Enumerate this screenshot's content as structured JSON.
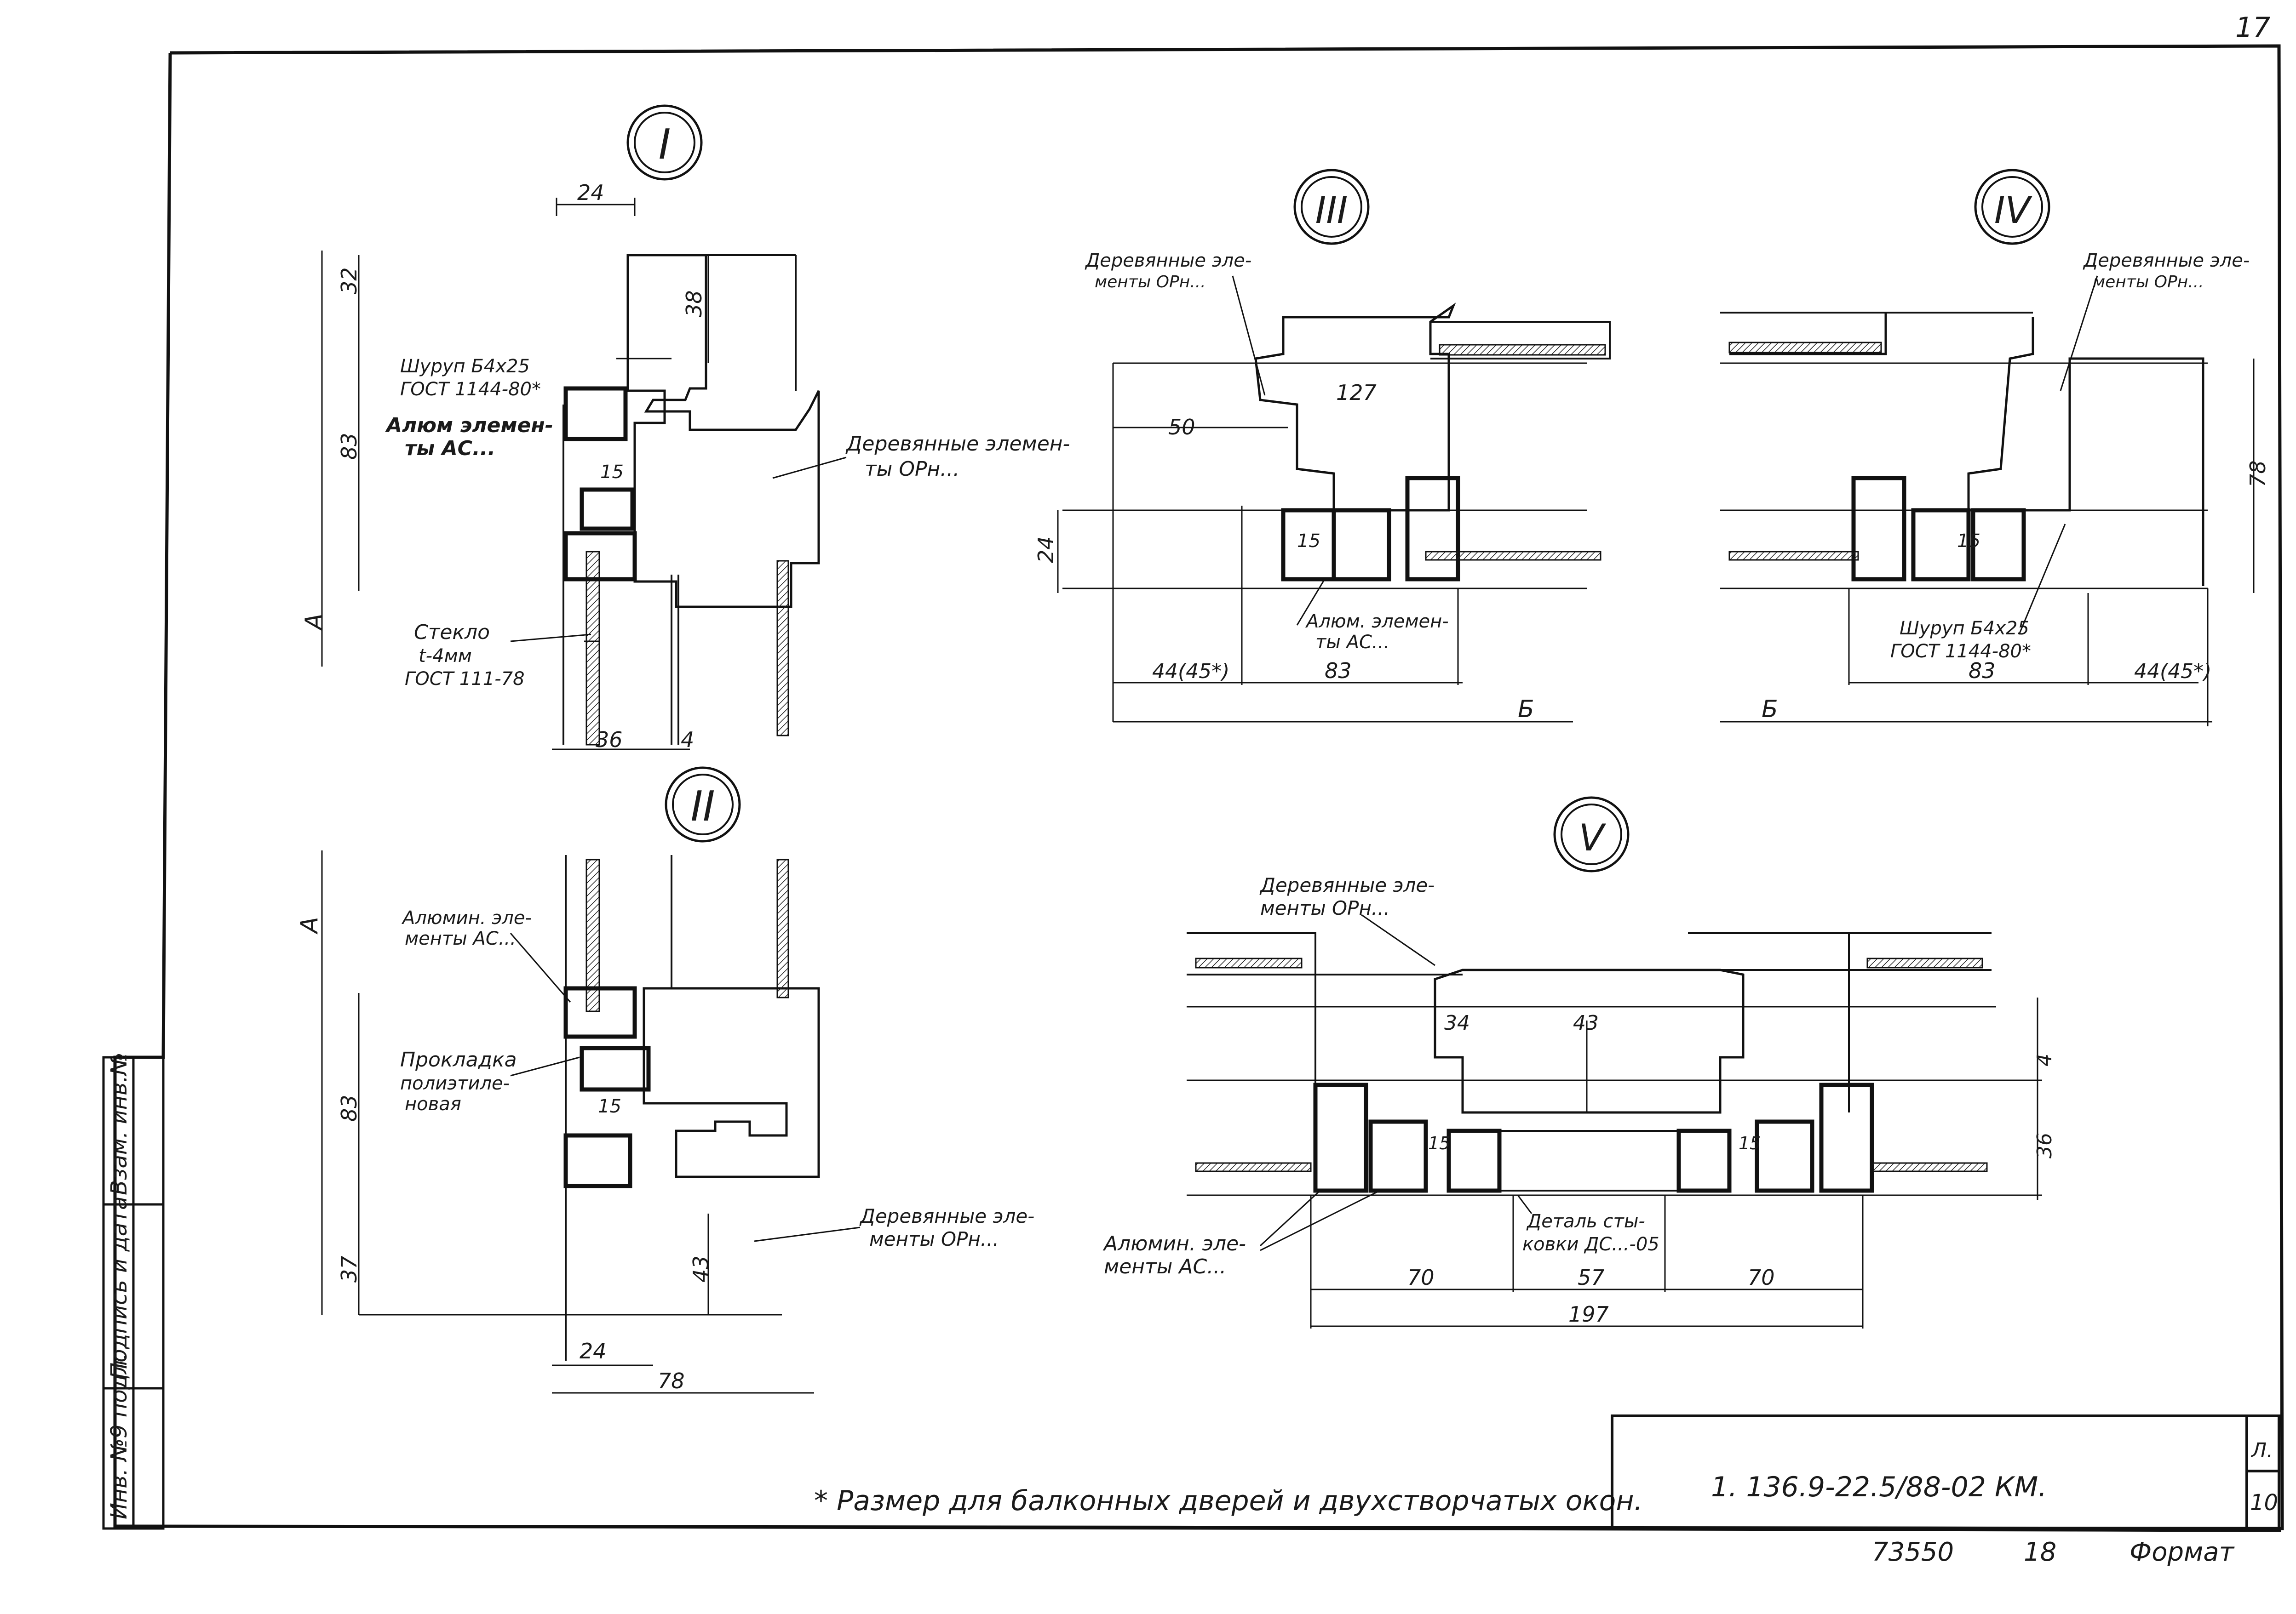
{
  "page_number": "17",
  "details": {
    "I": {
      "label": "I",
      "dims": [
        "24",
        "32",
        "38",
        "83",
        "15",
        "36",
        "4"
      ],
      "axis": "A",
      "notes": {
        "screw": [
          "Шуруп Б4х25",
          "ГОСТ 1144-80*"
        ],
        "alum": [
          "Алюм элемен-",
          "ты АС..."
        ],
        "glass": [
          "Стекло",
          "t-4мм",
          "ГОСТ 111-78"
        ],
        "wood": [
          "Деревянные элемен-",
          "ты ОРн..."
        ]
      }
    },
    "II": {
      "label": "II",
      "dims": [
        "83",
        "15",
        "37",
        "43",
        "24",
        "78"
      ],
      "axis": "A",
      "notes": {
        "alum": [
          "Алюмин. эле-",
          "менты АС..."
        ],
        "gasket": [
          "Прокладка",
          "полиэтиле-",
          "новая"
        ],
        "wood": [
          "Деревянные эле-",
          "менты ОРн..."
        ]
      }
    },
    "III": {
      "label": "III",
      "dims": [
        "127",
        "50",
        "24",
        "15",
        "44(45*)",
        "83"
      ],
      "axis": "Б",
      "notes": {
        "wood": [
          "Деревянные эле-",
          "менты ОРн..."
        ],
        "alum": [
          "Алюм. элемен-",
          "ты АС..."
        ]
      }
    },
    "IV": {
      "label": "IV",
      "dims": [
        "78",
        "15",
        "83",
        "44(45*)"
      ],
      "axis": "Б",
      "notes": {
        "wood": [
          "Деревянные эле-",
          "менты ОРн..."
        ],
        "screw": [
          "Шуруп Б4х25",
          "ГОСТ 1144-80*"
        ]
      }
    },
    "V": {
      "label": "V",
      "dims": [
        "34",
        "43",
        "4",
        "36",
        "15",
        "15",
        "70",
        "57",
        "70",
        "197"
      ],
      "notes": {
        "wood": [
          "Деревянные эле-",
          "менты ОРн..."
        ],
        "alum": [
          "Алюмин. эле-",
          "менты АС..."
        ],
        "joint": [
          "Деталь сты-",
          "ковки ДС...-05"
        ]
      }
    }
  },
  "footnote": "* Размер для балконных дверей и двухстворчатых окон.",
  "title_block": {
    "code": "1. 136.9-22.5/88-02 КМ.",
    "sheet_label": "Л.",
    "sheet_no": "10"
  },
  "side_stamp": [
    "Взам. инв.№",
    "Подпись и дата",
    "Инв. №9 подл."
  ],
  "bottom": {
    "inv": "73550",
    "n": "18",
    "format": "Формат"
  }
}
